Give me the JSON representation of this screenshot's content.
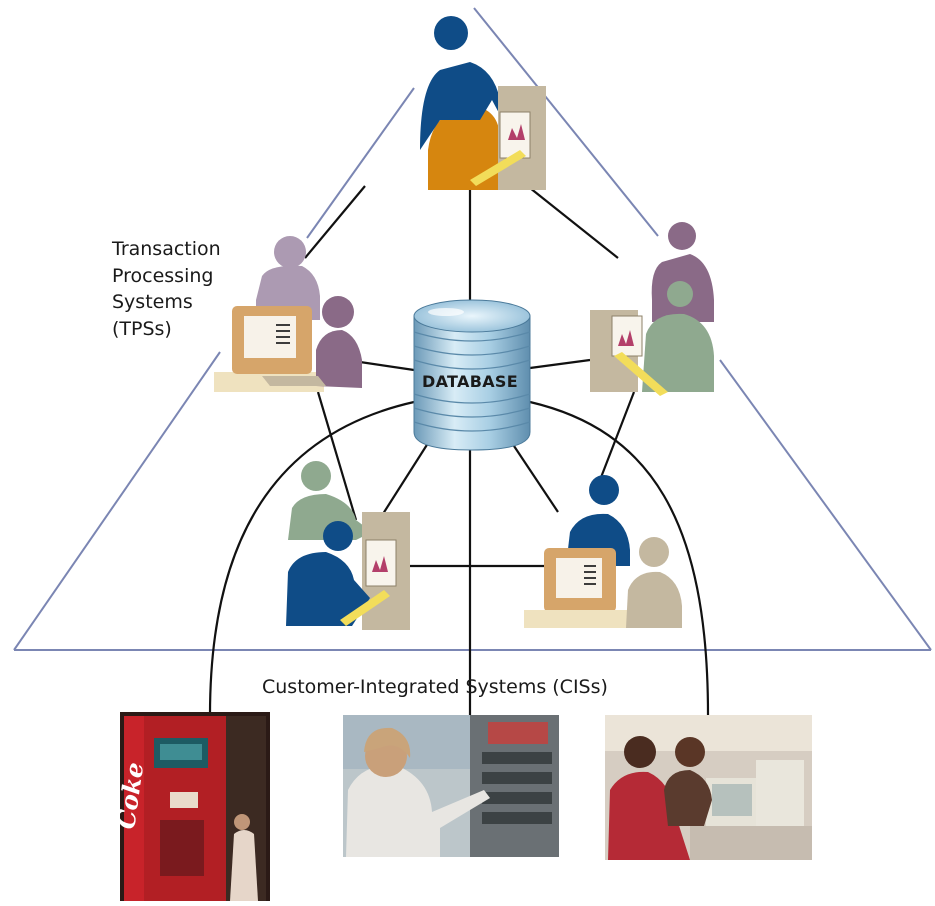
{
  "tps_label": {
    "lines": [
      "Transaction",
      "Processing",
      "Systems",
      "(TPSs)"
    ]
  },
  "database_label": "DATABASE",
  "cis_label": "Customer-Integrated Systems (CISs)",
  "photo_text": {
    "coke_sign": "Coke"
  },
  "colors": {
    "triangle": "#7b86b3",
    "connector": "#111111",
    "database": "#a9cfe4",
    "navy": "#0f4c87",
    "orange": "#d6860f",
    "mauve": "#ac9ab2",
    "plum": "#8a6a87",
    "sage": "#8fa98f",
    "beige": "#c4b8a0",
    "desk": "#efe2bf"
  }
}
